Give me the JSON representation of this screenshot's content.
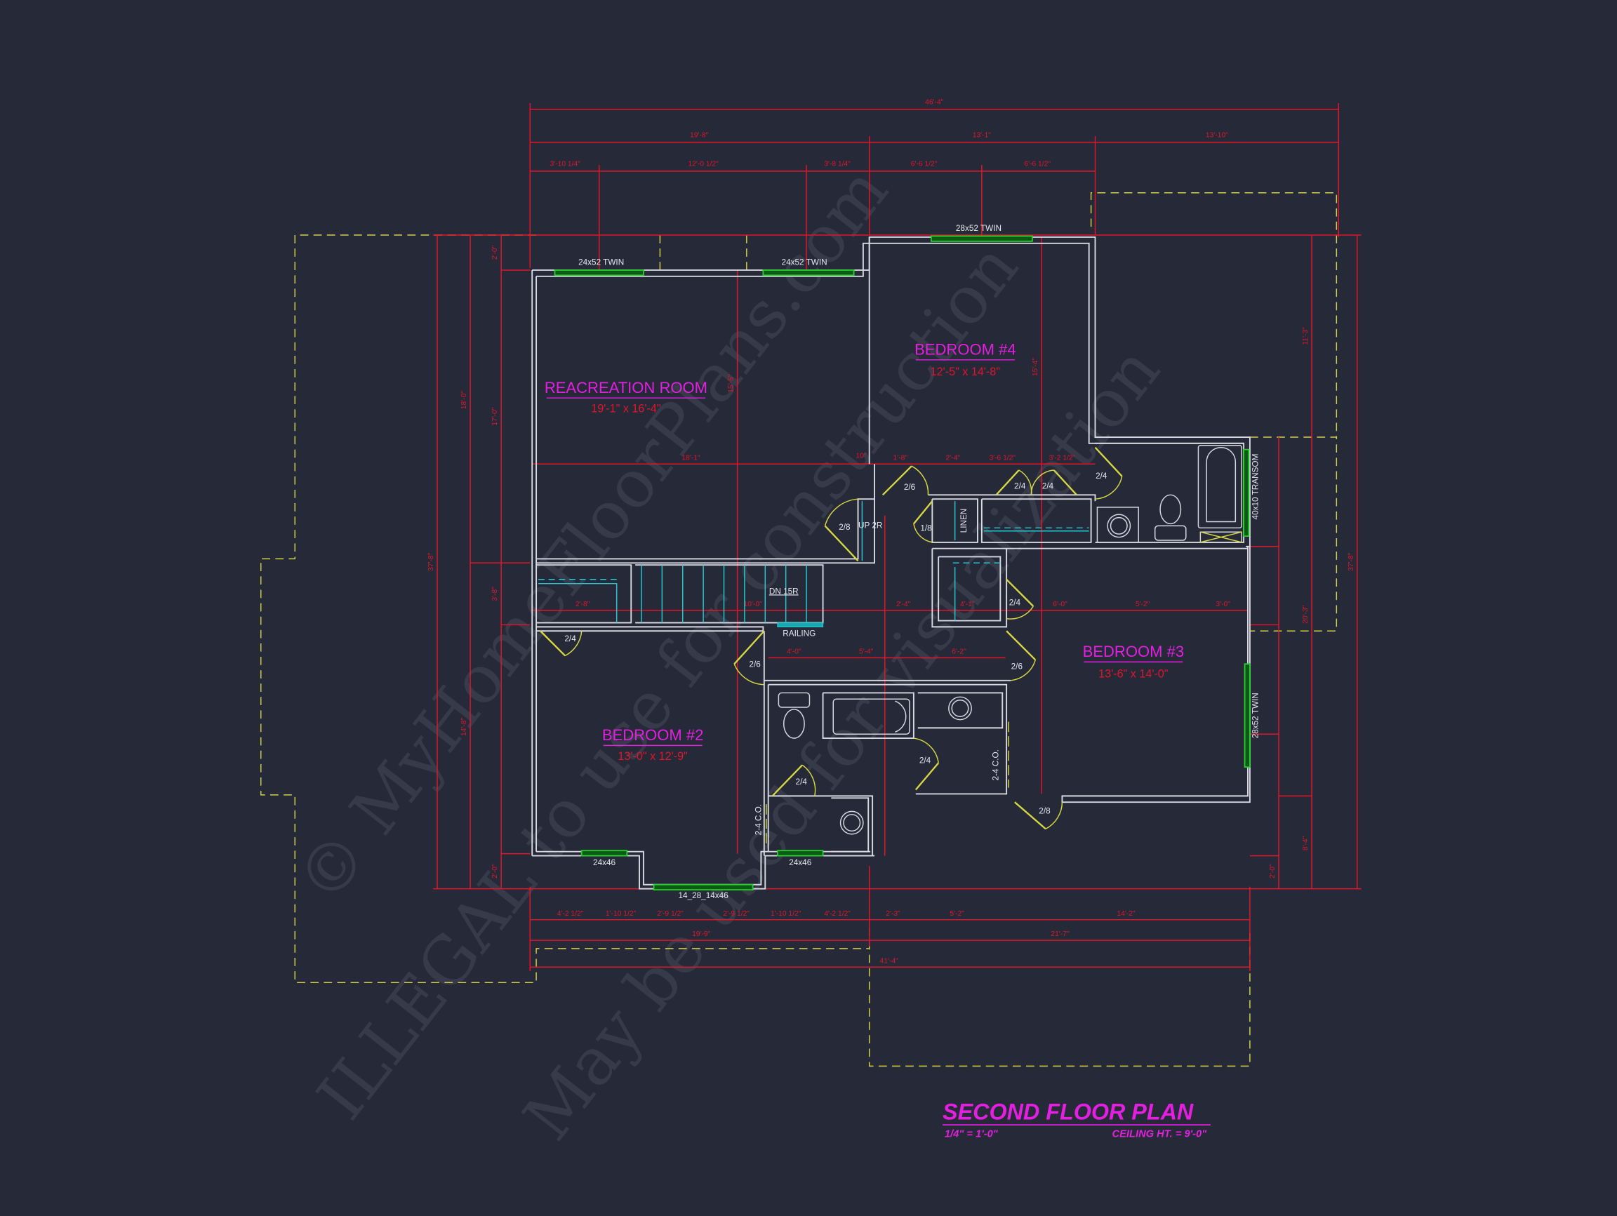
{
  "drawing": {
    "title": "SECOND FLOOR PLAN",
    "scale": "1/4\" = 1'-0\"",
    "ceiling_height": "CEILING HT. = 9'-0\"",
    "colors": {
      "background": "#262938",
      "walls": "#d8d8e0",
      "dimensions": "#e0162b",
      "room_labels": "#e31fe0",
      "windows": "#27d12e",
      "doors": "#d6d843",
      "stairs": "#27c8cf",
      "roof_outline": "#d4d04a"
    }
  },
  "watermark": {
    "line1": "© MyHomeFloorPlans.com",
    "line2": "ILLEGAL to use for construction",
    "line3": "May be used for visualization"
  },
  "rooms": [
    {
      "name": "REACREATION ROOM",
      "size": "19'-1\" x 16'-4\""
    },
    {
      "name": "BEDROOM #4",
      "size": "12'-5\" x 14'-8\""
    },
    {
      "name": "BEDROOM #3",
      "size": "13'-6\" x 14'-0\""
    },
    {
      "name": "BEDROOM #2",
      "size": "13'-0\" x 12'-9\""
    }
  ],
  "windows": {
    "rec_left": "24x52 TWIN",
    "rec_right": "24x52 TWIN",
    "bed4_top": "28x52 TWIN",
    "bath_transom": "40x10 TRANSOM",
    "bed3_right": "28x52 TWIN",
    "bed2_left": "24x46",
    "bed2_bay": "14_28_14x46",
    "bath2": "24x46"
  },
  "doors": {
    "hall_2_8": "2/8",
    "bed4_door": "2/6",
    "linen_door": "1/8",
    "closet_left": "2/4",
    "closet_right": "2/4",
    "bath1_door": "2/4",
    "hall_closet": "2/4",
    "bed2_closet": "2/4",
    "bed2_door": "2/6",
    "bed3_door": "2/6",
    "bath2_inner": "2/4",
    "bath2_entry": "2/4",
    "bed3_closet": "2/8",
    "co_left": "2-4 C.O.",
    "co_right": "2-4 C.O."
  },
  "labels": {
    "up": "UP 2R",
    "down": "DN 15R",
    "railing": "RAILING",
    "linen": "LINEN"
  },
  "dimensions": {
    "top_overall": "46'-4\"",
    "top_seg1": "19'-8\"",
    "top_seg2": "13'-1\"",
    "top_seg3": "13'-10\"",
    "top_sub1": "3'-10 1/4\"",
    "top_sub2": "12'-0 1/2\"",
    "top_sub3": "3'-8 1/4\"",
    "top_sub4": "6'-6 1/2\"",
    "top_sub5": "6'-6 1/2\"",
    "rec_width": "18'-1\"",
    "rec_10": "10\"",
    "hall_a": "1'-8\"",
    "hall_b": "2'-4\"",
    "hall_c": "3'-6 1/2\"",
    "hall_d": "3'-2 1/2\"",
    "mid_a": "2'-8\"",
    "mid_b": "10'-0\"",
    "mid_c": "2'-4\"",
    "mid_d": "4'-1\"",
    "mid_e": "6'-0\"",
    "mid_f": "5'-2\"",
    "mid_g": "3'-0\"",
    "hall2_a": "4'-0\"",
    "hall2_b": "5'-4\"",
    "hall2_c": "6'-2\"",
    "bot_a": "4'-2 1/2\"",
    "bot_b": "1'-10 1/2\"",
    "bot_c": "2'-9 1/2\"",
    "bot_d": "2'-9 1/2\"",
    "bot_e": "1'-10 1/2\"",
    "bot_f": "4'-2 1/2\"",
    "bot_g": "2'-3\"",
    "bot_h": "5'-2\"",
    "bot_i": "14'-2\"",
    "bot_left": "19'-9\"",
    "bot_right": "21'-7\"",
    "bot_overall": "41'-4\"",
    "left_overall": "37'-8\"",
    "left_a": "18'-0\"",
    "left_b": "17'-0\"",
    "left_c": "2'-0\"",
    "left_d": "3'-8\"",
    "left_e": "14'-8\"",
    "left_f": "2'-0\"",
    "right_overall": "37'-8\"",
    "right_a": "11'-3\"",
    "right_b": "20'-3\"",
    "right_c": "8'-4\"",
    "right_d": "2'-0\"",
    "rec_vert": "15'-5\"",
    "bed4_vert": "15'-4\""
  }
}
